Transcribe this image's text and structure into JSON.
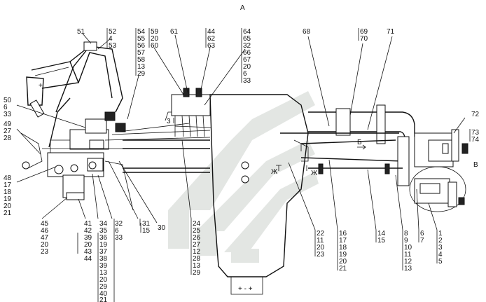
{
  "view_label": "А",
  "view_b_label": "В",
  "arrow_labels": {
    "zh_left": "Ж",
    "zh_right": "Ж",
    "b": "Б",
    "three": "3"
  },
  "callouts": {
    "c51": "51",
    "c52_53": [
      "52",
      "4",
      "53"
    ],
    "c54_29": [
      "54",
      "55",
      "56",
      "57",
      "58",
      "13",
      "29"
    ],
    "c59_60": [
      "59",
      "20",
      "60"
    ],
    "c61": "61",
    "c44_63": [
      "44",
      "62",
      "63"
    ],
    "c64_33": [
      "64",
      "65",
      "32",
      "66",
      "67",
      "20",
      "6",
      "33"
    ],
    "c68": "68",
    "c69_70": [
      "69",
      "70"
    ],
    "c71": "71",
    "c72": "72",
    "c73_74": [
      "73",
      "74"
    ],
    "c50_33": [
      "50",
      "6",
      "33"
    ],
    "c49_28": [
      "49",
      "27",
      "28"
    ],
    "c48_21": [
      "48",
      "17",
      "18",
      "19",
      "20",
      "21"
    ],
    "c45_23": [
      "45",
      "46",
      "47",
      "20",
      "23"
    ],
    "c41_44": [
      "41",
      "42",
      "39",
      "20",
      "43",
      "44"
    ],
    "c34_21": [
      "34",
      "35",
      "36",
      "19",
      "37",
      "38",
      "39",
      "13",
      "20",
      "29",
      "40",
      "21"
    ],
    "c32_33": [
      "32",
      "6",
      "33"
    ],
    "c31_15": [
      "31",
      "15"
    ],
    "c30": "30",
    "c24_29": [
      "24",
      "25",
      "26",
      "27",
      "12",
      "28",
      "13",
      "29"
    ],
    "c22_23": [
      "22",
      "11",
      "20",
      "23"
    ],
    "c16_21": [
      "16",
      "17",
      "18",
      "19",
      "20",
      "21"
    ],
    "c14_15": [
      "14",
      "15"
    ],
    "c8_13": [
      "8",
      "9",
      "10",
      "11",
      "12",
      "13"
    ],
    "c6_7": [
      "6",
      "7"
    ],
    "c1_5": [
      "1",
      "2",
      "3",
      "4",
      "5"
    ]
  }
}
